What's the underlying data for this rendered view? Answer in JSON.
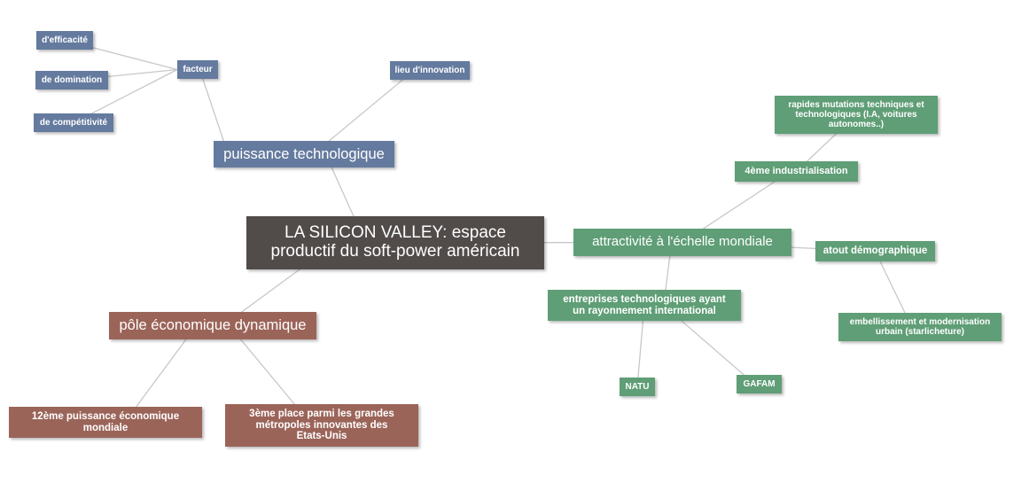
{
  "colors": {
    "root": "#514b4a",
    "tech_branch": "#647a9e",
    "econ_branch": "#9b6459",
    "attract_branch": "#5f9e76",
    "edge": "#c8c8c8"
  },
  "mindmap": {
    "root": "LA SILICON VALLEY: espace productif du soft-power américain",
    "tech": {
      "label": "puissance technologique",
      "facteur": "facteur",
      "efficacite": "d'efficacité",
      "domination": "de domination",
      "competitivite": "de compétitivité",
      "innovation": "lieu d'innovation"
    },
    "econ": {
      "label": "pôle économique dynamique",
      "rank12": "12ème puissance économique mondiale",
      "rank3": "3ème place parmi les grandes métropoles innovantes des Etats-Unis"
    },
    "attract": {
      "label": "attractivité à l'échelle mondiale",
      "indus4": "4ème industrialisation",
      "mutations": "rapides mutations techniques et technologiques (I.A, voitures autonomes..)",
      "demo": "atout démographique",
      "embellissement": "embellissement et modernisation urbain (starlicheture)",
      "entreprises": "entreprises technologiques ayant un rayonnement international",
      "natu": "NATU",
      "gafam": "GAFAM"
    }
  }
}
